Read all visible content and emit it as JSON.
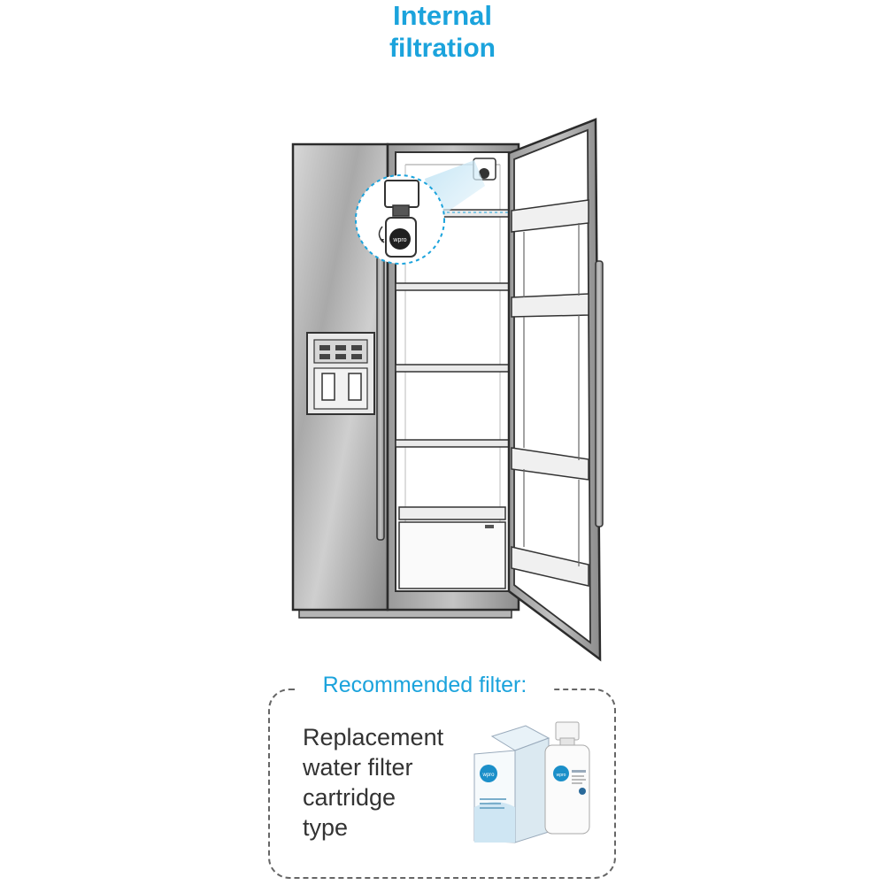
{
  "header": {
    "title_bold": "Internal",
    "title_regular": "filtration"
  },
  "colors": {
    "accent": "#1ba3dc",
    "steel_light": "#c9c9c9",
    "steel_dark": "#8f8f8f",
    "outline": "#2b2b2b"
  },
  "illustration": {
    "appliance": "side-by-side-refrigerator",
    "callout_logo": "wpro"
  },
  "recommended": {
    "label": "Recommended filter:",
    "lines": [
      "Replacement",
      "water filter",
      "cartridge",
      "type"
    ],
    "product_logo": "wpro"
  }
}
